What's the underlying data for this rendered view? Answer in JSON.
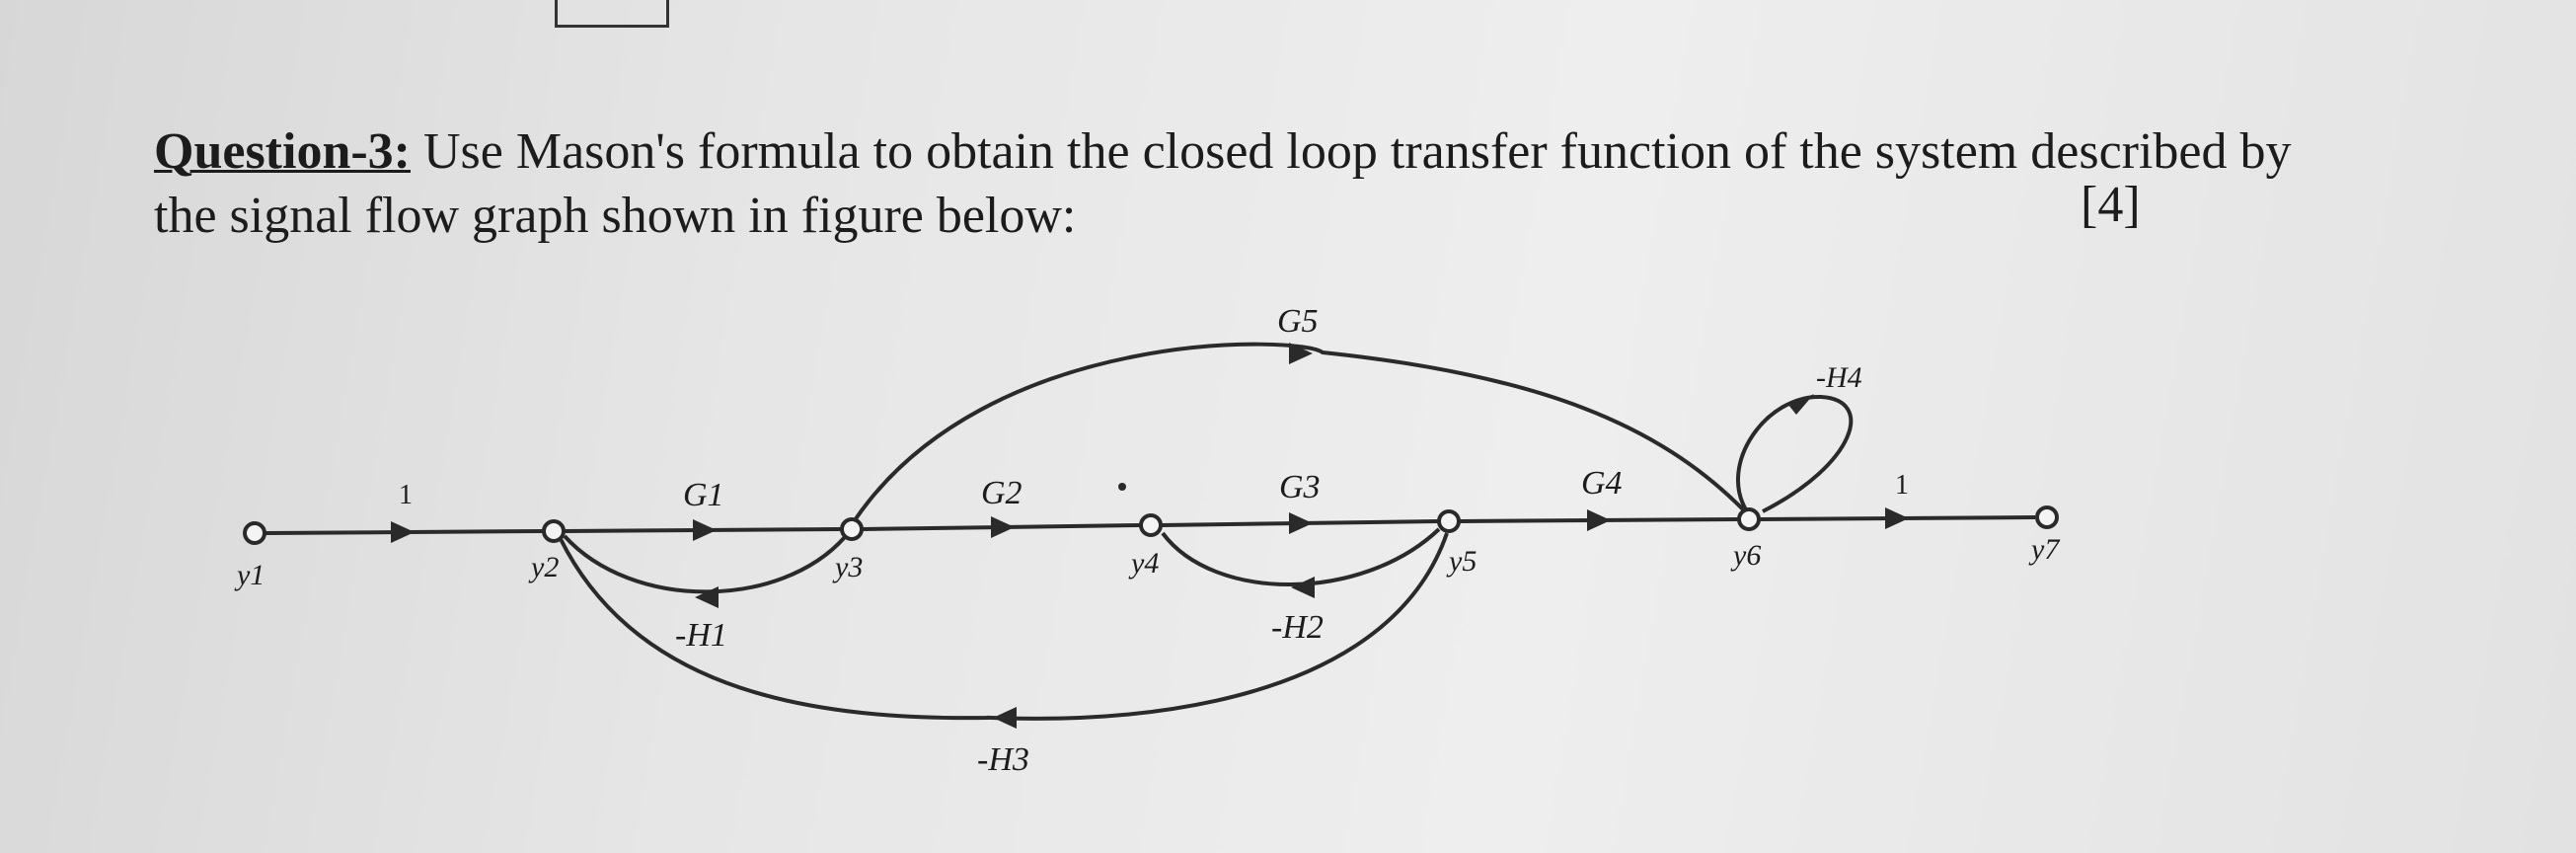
{
  "question": {
    "label": "Question-3:",
    "text_line1": " Use Mason's formula to obtain the closed loop transfer function of the system described by",
    "text_line2": "the signal flow graph shown in figure below:",
    "marks": "[4]"
  },
  "graph": {
    "nodes": [
      "y1",
      "y2",
      "y3",
      "y4",
      "y5",
      "y6",
      "y7"
    ],
    "forward_gains": [
      "1",
      "G1",
      "G2",
      "G3",
      "G4",
      "1"
    ],
    "bypass_gain": "G5",
    "feedback_gains": [
      "-H1",
      "-H2",
      "-H3"
    ],
    "self_loop_gain": "-H4"
  }
}
